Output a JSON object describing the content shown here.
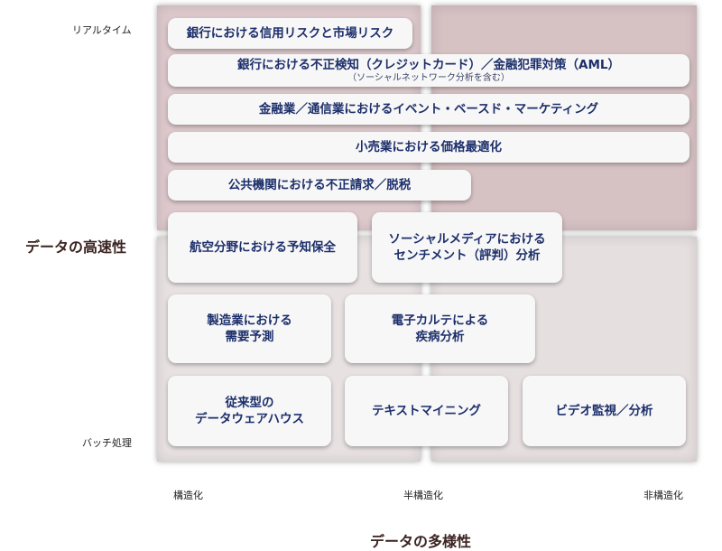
{
  "axes": {
    "y_label": "データの高速性",
    "y_top": "リアルタイム",
    "y_bottom": "バッチ処理",
    "x_label": "データの多様性",
    "x_left": "構造化",
    "x_mid": "半構造化",
    "x_right": "非構造化"
  },
  "boxes": {
    "bank_risk": "銀行における信用リスクと市場リスク",
    "fraud_main": "銀行における不正検知（クレジットカード）／金融犯罪対策（AML）",
    "fraud_sub": "（ソーシャルネットワーク分析を含む）",
    "event_marketing": "金融業／通信業におけるイベント・ベースド・マーケティング",
    "retail_pricing": "小売業における価格最適化",
    "public_fraud": "公共機関における不正請求／脱税",
    "aviation_1": "航空分野における予知保全",
    "social_1": "ソーシャルメディアにおける",
    "social_2": "センチメント（評判）分析",
    "mfg_1": "製造業における",
    "mfg_2": "需要予測",
    "emr_1": "電子カルテによる",
    "emr_2": "疾病分析",
    "dwh_1": "従来型の",
    "dwh_2": "データウェアハウス",
    "text_mining": "テキストマイニング",
    "video": "ビデオ監視／分析"
  }
}
